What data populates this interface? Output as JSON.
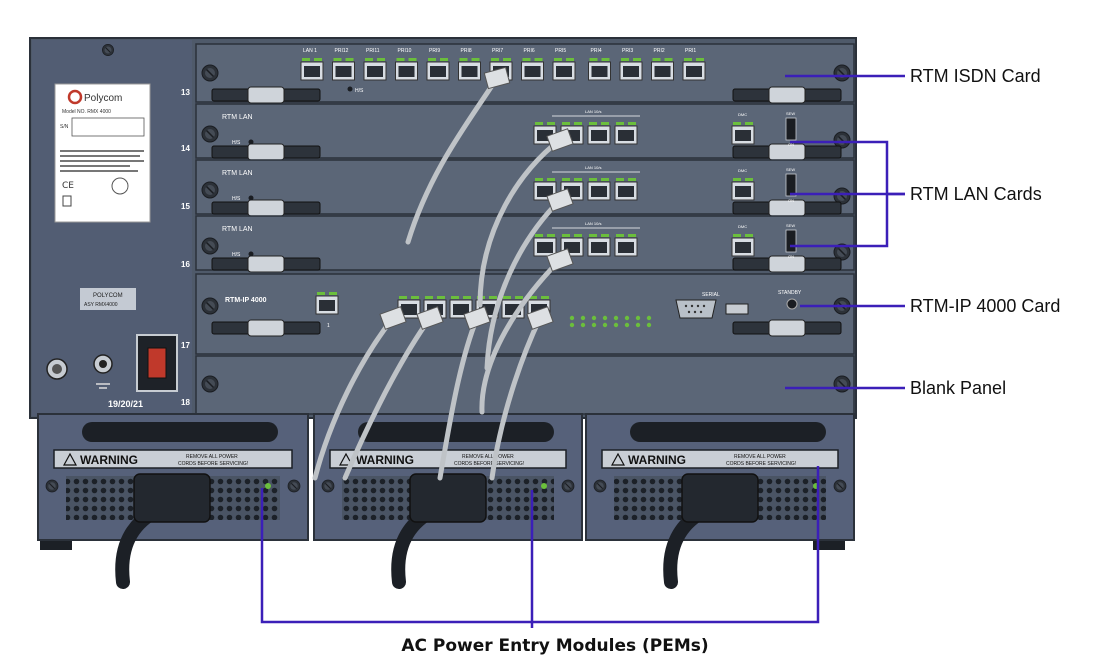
{
  "callouts": {
    "isdn": "RTM ISDN Card",
    "lan": "RTM LAN Cards",
    "ip": "RTM-IP 4000 Card",
    "blank": "Blank Panel",
    "pem": "AC Power Entry Modules (PEMs)"
  },
  "label_card": {
    "brand": "Polycom",
    "model": "Model NO.   RMX 4000",
    "sn": "S/N"
  },
  "small_label": {
    "brand": "POLYCOM",
    "text": "ASY RMX4000"
  },
  "slots": {
    "s13": "13",
    "s14": "14",
    "s15": "15",
    "s16": "16",
    "s17": "17",
    "s18": "18",
    "chassis_id": "19/20/21"
  },
  "isdn_card": {
    "ports": [
      "LAN 1",
      "PRI12",
      "PRI11",
      "PRI10",
      "PRI9",
      "PRI8",
      "PRI7",
      "PRI6",
      "PRI5",
      "PRI4",
      "PRI3",
      "PRI2",
      "PRI1"
    ],
    "status": "H/S"
  },
  "lan_cards": [
    {
      "name": "RTM LAN",
      "status": "H/S",
      "group": "LAN 10/s",
      "extra": "DMC",
      "switch_top": "SEW",
      "switch_bottom": "ON"
    },
    {
      "name": "RTM LAN",
      "status": "H/S",
      "group": "LAN 10/s",
      "extra": "DMC",
      "switch_top": "SEW",
      "switch_bottom": "ON"
    },
    {
      "name": "RTM LAN",
      "status": "H/S",
      "group": "LAN 10/s",
      "extra": "DMC",
      "switch_top": "SEW",
      "switch_bottom": "ON"
    }
  ],
  "ip_card": {
    "name": "RTM-IP 4000",
    "serial": "SERIAL",
    "standby": "STANDBY",
    "port1": "1"
  },
  "pem": {
    "warning": "WARNING",
    "notice_line1": "REMOVE ALL POWER",
    "notice_line2": "CORDS BEFORE SERVICING!"
  },
  "colors": {
    "chassis": "#4f5a6a",
    "panel": "#5b6677",
    "callout_line": "#3b1fb8",
    "port_green": "#6bbf3c",
    "cable": "#c9c9c9"
  }
}
